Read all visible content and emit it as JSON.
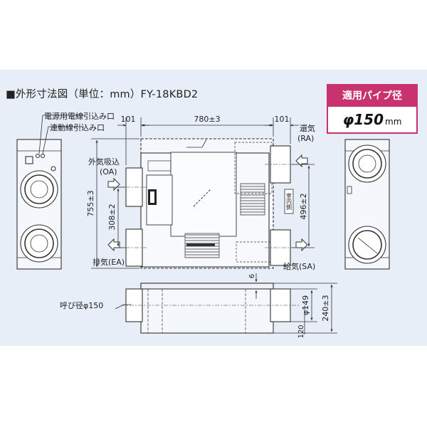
{
  "heading": "■外形寸法図（単位：mm）FY-18KBD2",
  "pipe_box": {
    "title": "適用パイプ径",
    "value": "φ150",
    "unit": "mm"
  },
  "labels": {
    "power_inlet": "電源用電線引込み口",
    "link_inlet": "連動線引込み口",
    "outside_intake": "外気吸込",
    "outside_intake_code": "(OA)",
    "return_air": "還気",
    "return_air_code": "(RA)",
    "exhaust": "排気(EA)",
    "supply": "給気(SA)",
    "nominal_diameter": "呼び径φ150",
    "indoor_side": "室内側"
  },
  "dimensions": {
    "left_offset": "101",
    "width": "780±3",
    "right_offset": "101",
    "depth": "755±3",
    "port_spacing_left": "308±2",
    "port_spacing_right": "496±2",
    "pipe_diameter": "φ149",
    "height": "240±3",
    "top_gap": "6",
    "base_height": "120"
  }
}
